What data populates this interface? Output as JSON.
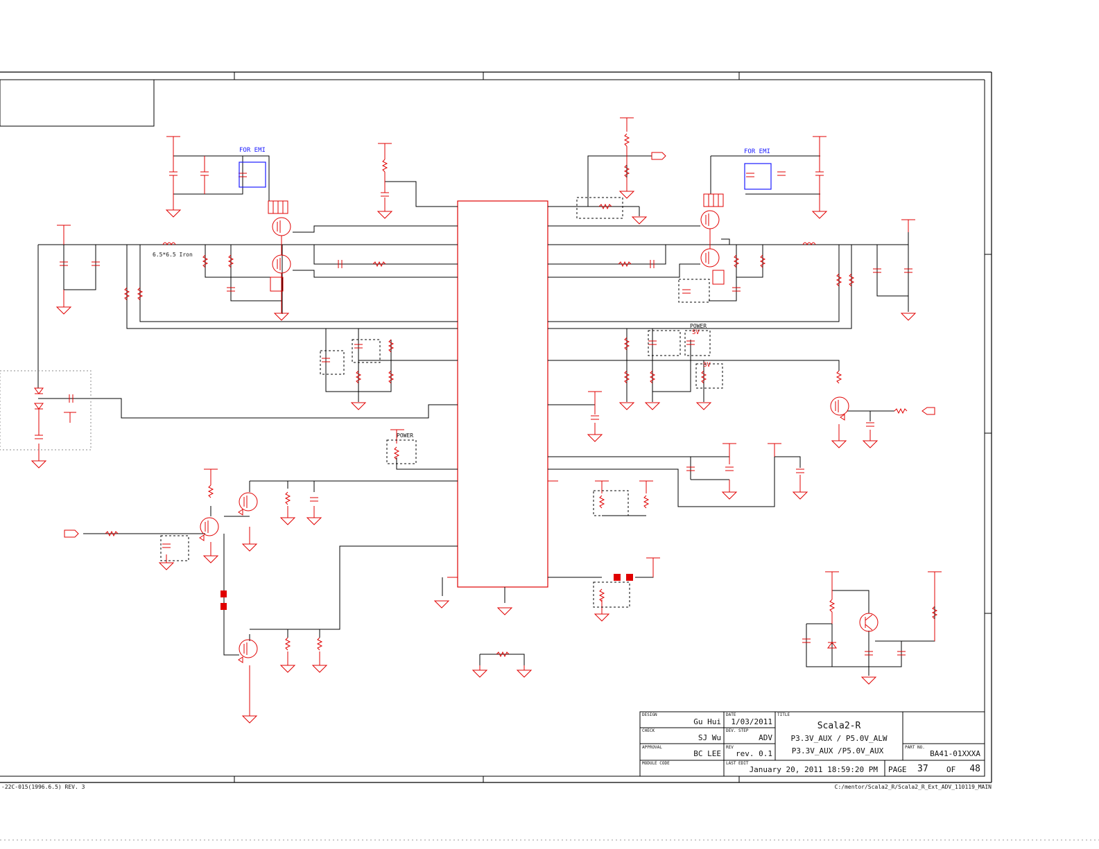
{
  "labels": {
    "for_emi_left": "FOR EMI",
    "for_emi_right": "FOR EMI",
    "inductor_note": "6.5*6.5 Iron",
    "power_right": "POWER",
    "sv_a": "SV",
    "sv_b": "SV",
    "power_left": "POWER"
  },
  "title_block": {
    "design_label": "DESIGN",
    "design_value": "Gu Hui",
    "check_label": "CHECK",
    "check_value": "SJ Wu",
    "approval_label": "APPROVAL",
    "approval_value": "BC LEE",
    "module_code_label": "MODULE CODE",
    "date_label": "DATE",
    "date_value": "1/03/2011",
    "dev_step_label": "DEV. STEP",
    "dev_step_value": "ADV",
    "rev_label": "REV",
    "rev_value": "rev. 0.1",
    "last_edit_label": "LAST EDIT",
    "last_edit_value": "January 20, 2011 18:59:20 PM",
    "title_label": "TITLE",
    "title_line1": "Scala2-R",
    "title_line2": "P3.3V_AUX / P5.0V_ALW",
    "title_line3": "P3.3V_AUX /P5.0V_AUX",
    "part_no_label": "PART NO.",
    "part_no_value": "BA41-01XXXA",
    "page_label": "PAGE",
    "page_value": "37",
    "of_label": "OF",
    "of_value": "48"
  },
  "footer": {
    "form_ref": "-22C-015(1996.6.5) REV. 3",
    "file_path": "C:/mentor/Scala2_R/Scala2_R_Ext_ADV_110119_MAIN"
  },
  "colors": {
    "component": "#e00000",
    "wire": "#000000",
    "emi_box": "#1a1aff"
  }
}
